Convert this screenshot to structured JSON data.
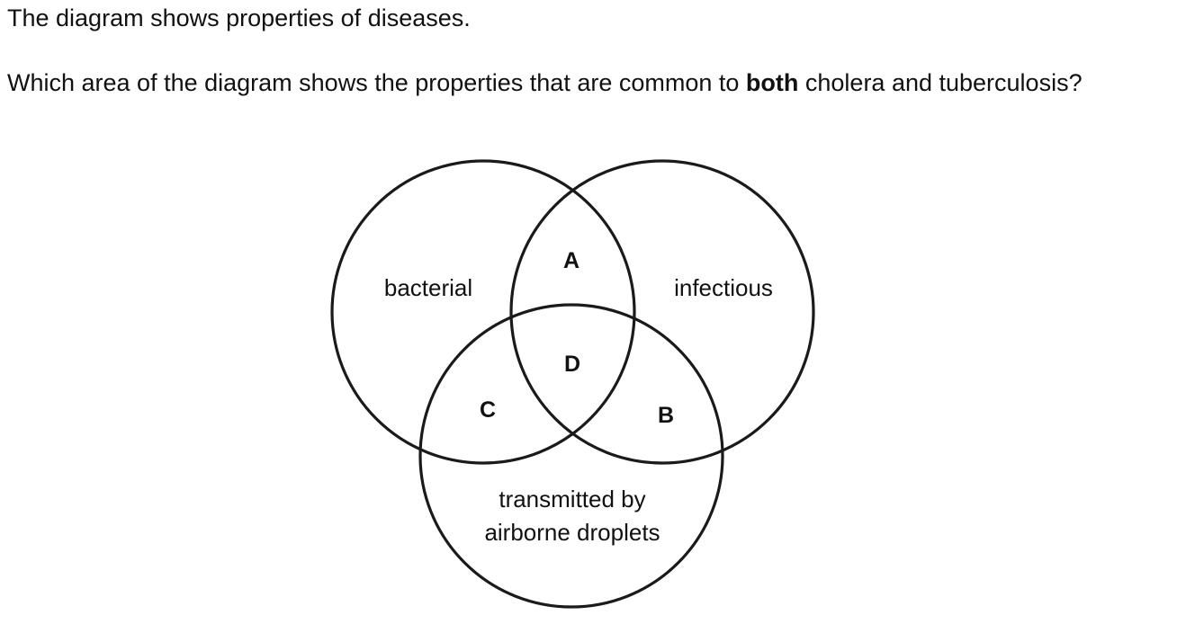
{
  "intro_text": "The diagram shows properties of diseases.",
  "question": {
    "before": "Which area of the diagram shows the properties that are common to ",
    "emphasis": "both",
    "after": " cholera and tuberculosis?"
  },
  "venn": {
    "sets": {
      "bacterial": "bacterial",
      "infectious": "infectious",
      "airborne_line1": "transmitted by",
      "airborne_line2": "airborne droplets"
    },
    "regions": {
      "A": "A",
      "B": "B",
      "C": "C",
      "D": "D"
    }
  }
}
